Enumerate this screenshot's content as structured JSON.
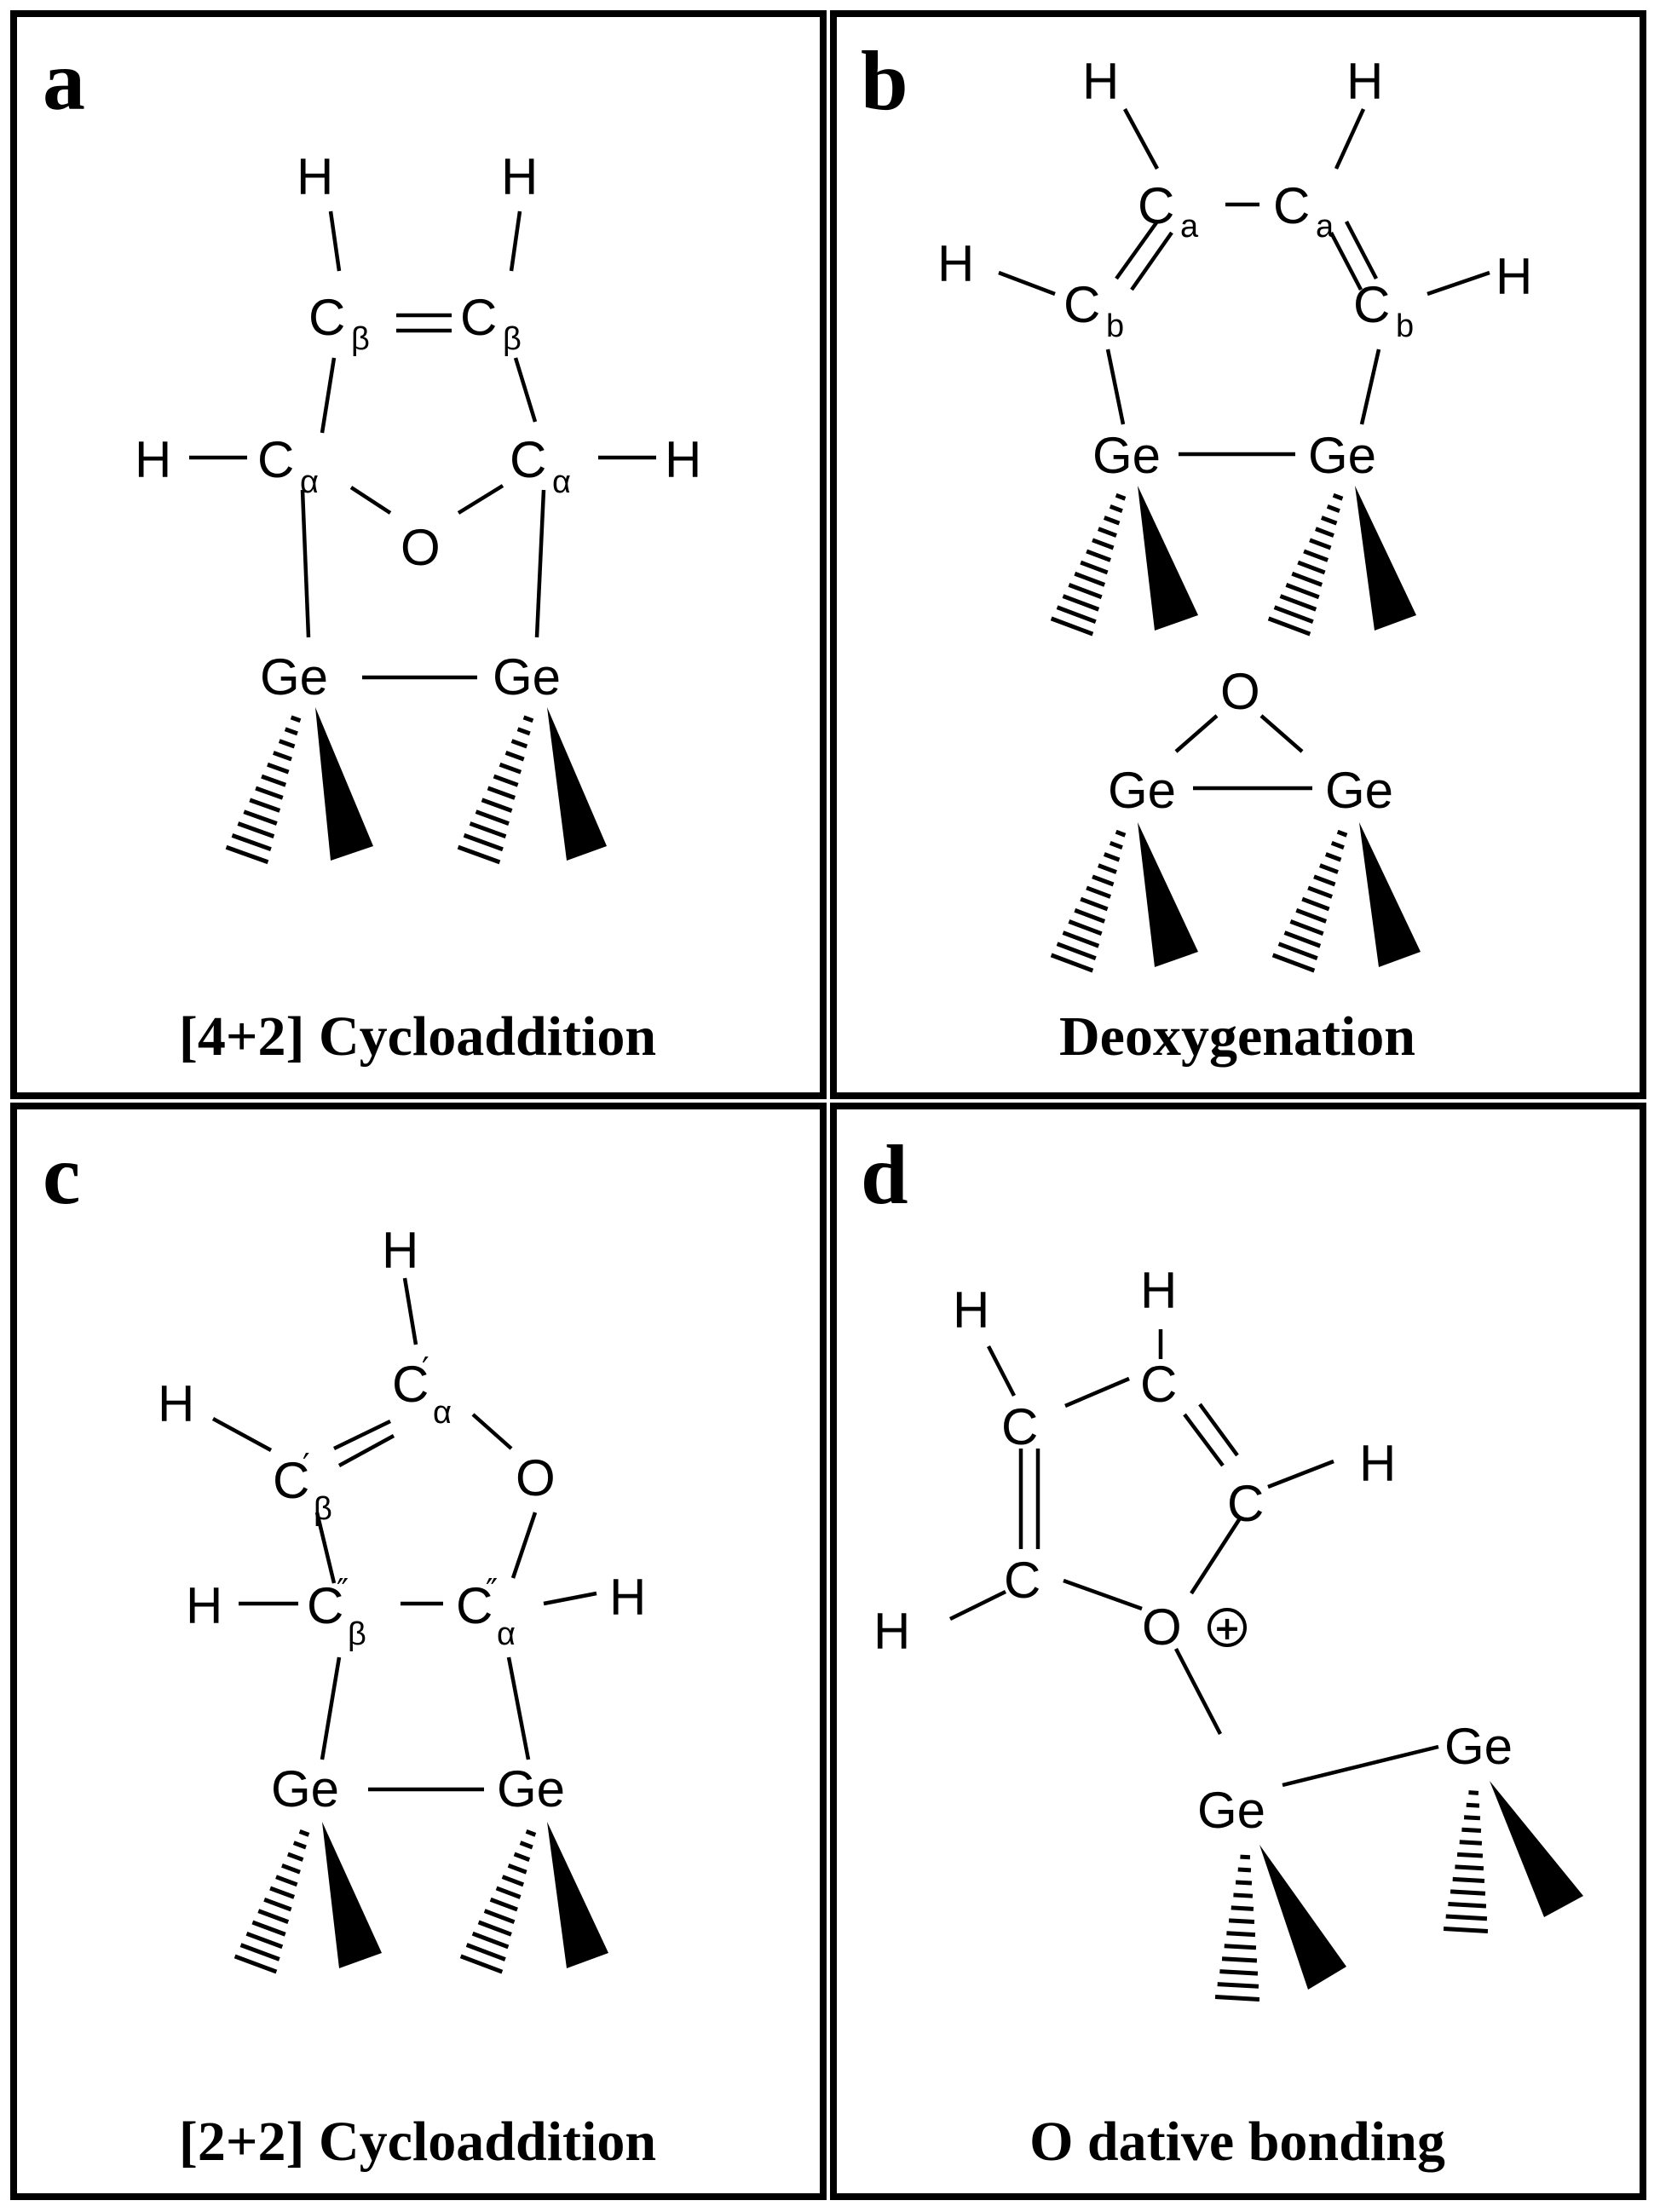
{
  "colors": {
    "ink": "#000000",
    "background": "#ffffff"
  },
  "panels": {
    "a": {
      "letter": "a",
      "caption": "[4+2] Cycloaddition",
      "atoms": {
        "h": "H",
        "c": "C",
        "o": "O",
        "ge": "Ge"
      },
      "subs": {
        "beta": "β",
        "alpha": "α"
      }
    },
    "b": {
      "letter": "b",
      "caption": "Deoxygenation",
      "atoms": {
        "h": "H",
        "c": "C",
        "o": "O",
        "ge": "Ge"
      },
      "subs": {
        "a": "a",
        "b": "b"
      }
    },
    "c": {
      "letter": "c",
      "caption": "[2+2] Cycloaddition",
      "atoms": {
        "h": "H",
        "c": "C",
        "o": "O",
        "ge": "Ge"
      },
      "subs": {
        "alpha": "α",
        "beta": "β"
      },
      "primes": {
        "single": "′",
        "double": "″"
      }
    },
    "d": {
      "letter": "d",
      "caption": "O dative bonding",
      "atoms": {
        "h": "H",
        "c": "C",
        "o": "O",
        "ge": "Ge"
      },
      "charge": "+"
    }
  }
}
